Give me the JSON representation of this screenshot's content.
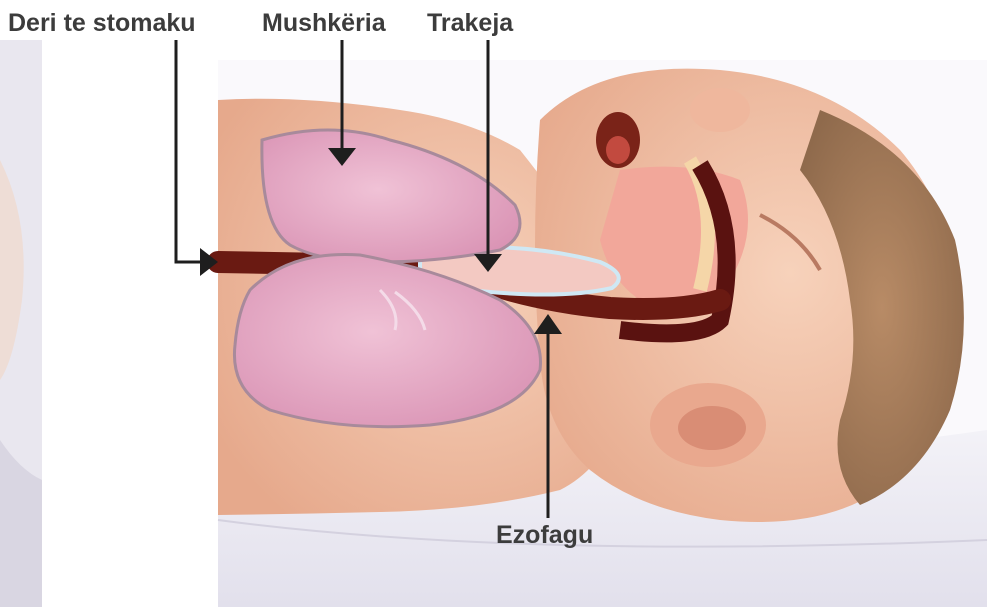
{
  "labels": {
    "stomach_skin": "Deri te stomaku",
    "lungs": "Mushkëria",
    "trachea": "Trakeja",
    "esophagus": "Ezofagu"
  },
  "colors": {
    "skin": "#f2c2a6",
    "lung": "#e7a8c4",
    "tube": "#6a1a12",
    "arrow": "#1e1e1e",
    "label_text": "#3c3c3c",
    "bedding": "#ebe9f3"
  }
}
